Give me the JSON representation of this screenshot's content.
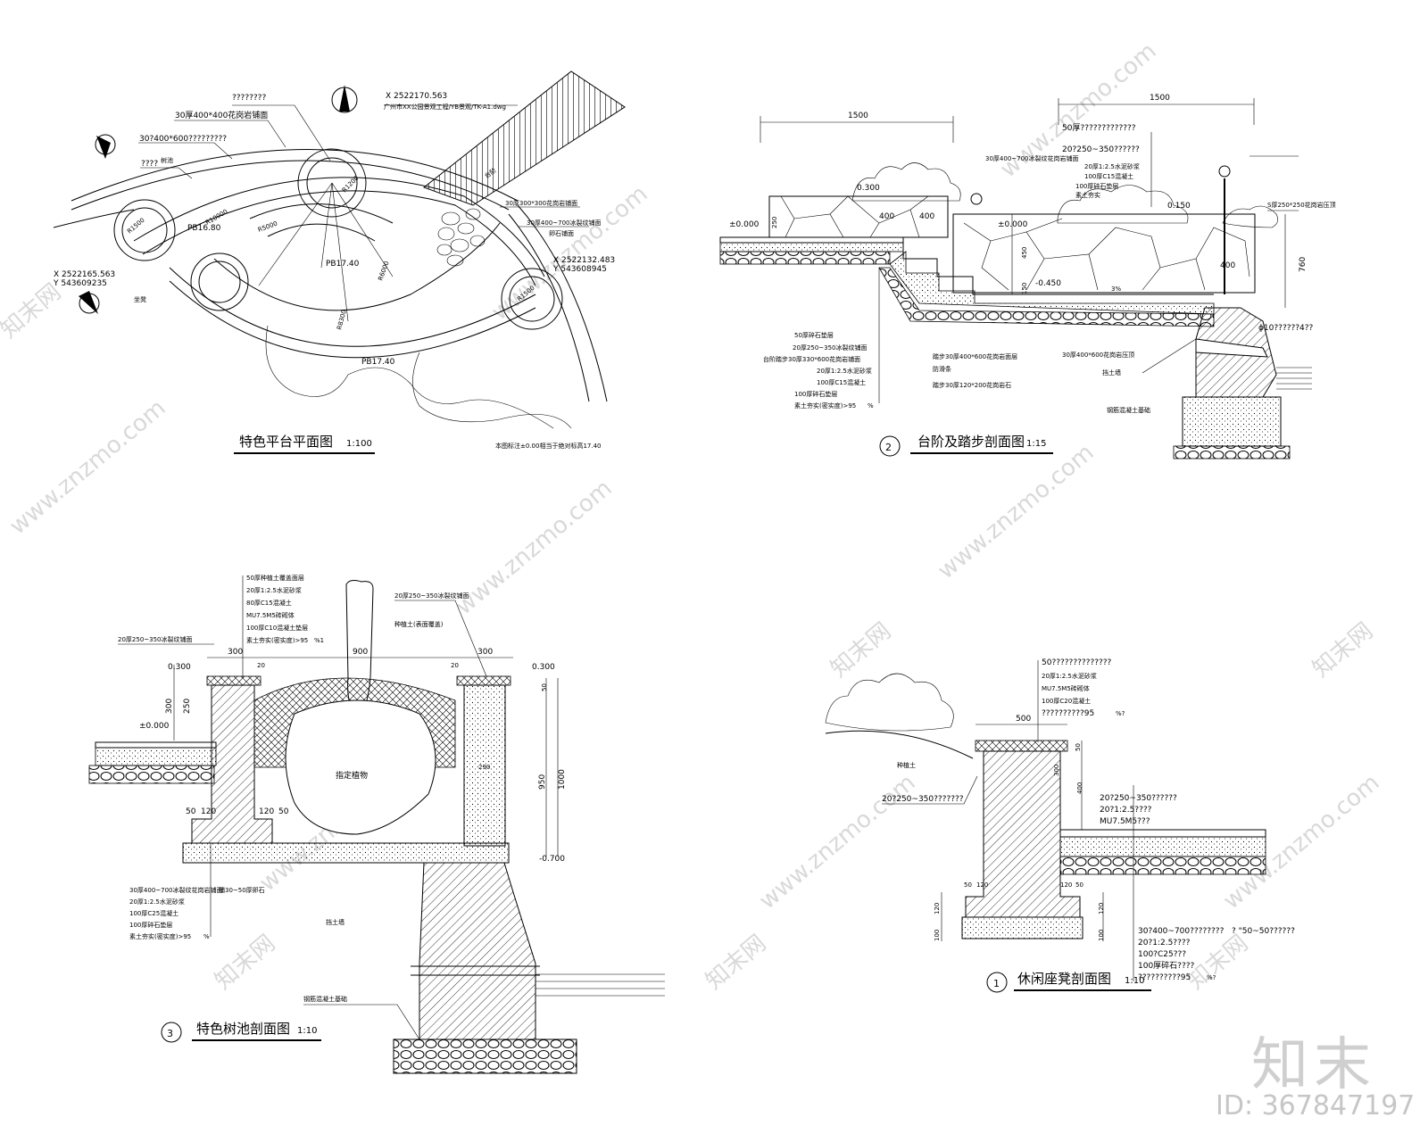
{
  "plan": {
    "title": "特色平台平面图",
    "scale": "1:100",
    "note": "本图标注±0.00相当于绝对标高17.40",
    "labels": {
      "q1": "????????",
      "q2": "30厚400*400花岗岩铺面",
      "q3": "30?400*600?????????",
      "q4": "????",
      "dwg": "广州市XX公园景观工程/YB景观/TK-A1.dwg",
      "x1": "X 2522170.563",
      "x2": "X 2522165.563",
      "y2": "Y 543609235",
      "x3": "X 2522132.483",
      "y3": "Y 543608945",
      "r1200": "R1200",
      "r1500a": "R1500",
      "r1500b": "R1500",
      "r10000": "R10000",
      "r8300": "R8300",
      "r6000": "R6000",
      "r5000": "R5000",
      "pb1": "PB16.80",
      "pb2": "PB17.40",
      "pb3": "PB17.40",
      "m1": "30厚300*300花岗岩铺面",
      "m2": "30厚400~700冰裂纹铺面",
      "m3": "卵石铺面",
      "m4": "树池",
      "m5": "坐凳",
      "m6": "台阶"
    }
  },
  "steps": {
    "num": "2",
    "title": "台阶及踏步剖面图",
    "scale": "1:15",
    "dims": {
      "d1500a": "1500",
      "d1500b": "1500",
      "d400a": "400",
      "d400b": "400",
      "d150": "150",
      "d450": "450",
      "d760": "760",
      "d400c": "400",
      "d250": "250"
    },
    "elev": {
      "e0a": "±0.000",
      "e0b": "±0.000",
      "e300": "0.300",
      "e150": "0.150",
      "e450": "-0.450"
    },
    "labels": {
      "a1": "50厚?????????????",
      "a2": "20?250~350??????",
      "a3": "30厚400~700冰裂纹花岗岩铺面",
      "a4": "20厚1:2.5水泥砂浆",
      "a5": "100厚C15混凝土",
      "a6": "100厚碎石垫层",
      "a7": "素土夯实",
      "a8": "S厚250*250花岗岩压顶",
      "a9": "ϕ10??????4??",
      "a10": "30厚400*600花岗岩压顶",
      "a11": "挡土墙",
      "a12": "钢筋混凝土基础",
      "b1": "50厚碎石垫层",
      "b2": "20厚250~350冰裂纹铺面",
      "b3": "台阶踏步30厚330*600花岗岩铺面",
      "b4": "20厚1:2.5水泥砂浆",
      "b5": "100厚C15混凝土",
      "b6": "100厚碎石垫层",
      "b7": "素土夯实(密实度)>95",
      "b8": "踏步30厚400*600花岗岩面层",
      "b9": "防滑条",
      "b10": "踏步30厚120*200花岗岩石",
      "pct": "%",
      "three": "3%"
    }
  },
  "treepit": {
    "num": "3",
    "title": "特色树池剖面图",
    "scale": "1:10",
    "plant": "指定植物",
    "dims": {
      "w300a": "300",
      "w900": "900",
      "w300b": "300",
      "h300": "300",
      "h250": "250",
      "h950": "950",
      "h1000": "1000",
      "h50": "50",
      "w50a": "50",
      "w120a": "120",
      "w120b": "120",
      "w50b": "50",
      "w290": "290",
      "w20a": "20",
      "w20b": "20"
    },
    "elev": {
      "e300a": "0.300",
      "e300b": "0.300",
      "e0": "±0.000",
      "em700": "-0.700"
    },
    "top": [
      "50厚种植土覆盖面层",
      "20厚1:2.5水泥砂浆",
      "80厚C15混凝土",
      "MU7.5M5砖砌体",
      "100厚C10混凝土垫层",
      "素土夯实(密实度)>95"
    ],
    "pct": "%1",
    "left1": "20厚250~350冰裂纹铺面",
    "right1": "20厚250~350冰裂纹铺面",
    "right2": "种植土(表面覆盖)",
    "bottom": [
      "30厚400~700冰裂纹花岗岩铺面",
      "20厚1:2.5水泥砂浆",
      "100厚C25混凝土",
      "100厚碎石垫层",
      "素土夯实(密实度)>95"
    ],
    "pebble": "铺30~50厚卵石",
    "pct2": "%",
    "wall": "挡土墙",
    "found": "钢筋混凝土基础"
  },
  "seat": {
    "num": "1",
    "title": "休闲座凳剖面图",
    "scale": "1:10",
    "top": [
      "50??????????????",
      "20厚1:2.5水泥砂浆",
      "MU7.5M5砖砌体",
      "100厚C20混凝土",
      "??????????95"
    ],
    "pct": "%?",
    "d500": "500",
    "d50a": "50",
    "d300": "300",
    "d400": "400",
    "d50b": "50",
    "d120a": "120",
    "d120b": "120",
    "d50c": "50",
    "d120c": "120",
    "d100a": "100",
    "d100b": "100",
    "d120d": "120",
    "left1": "20?250~350???????",
    "soil": "种植土",
    "r1": "20?250~350??????",
    "r2": "20?1:2.5????",
    "r3": "MU7.5M5???",
    "b1": "30?400~700????????",
    "b1b": "? \"50~50??????",
    "b2": "20?1:2.5????",
    "b3": "100?C25???",
    "b4": "100厚碎石????",
    "b5": "??????????95",
    "pct2": "%?"
  },
  "watermark": {
    "site": "www.znzmo.com",
    "cn": "知末网",
    "brand": "知末",
    "id": "ID: 367847197"
  }
}
